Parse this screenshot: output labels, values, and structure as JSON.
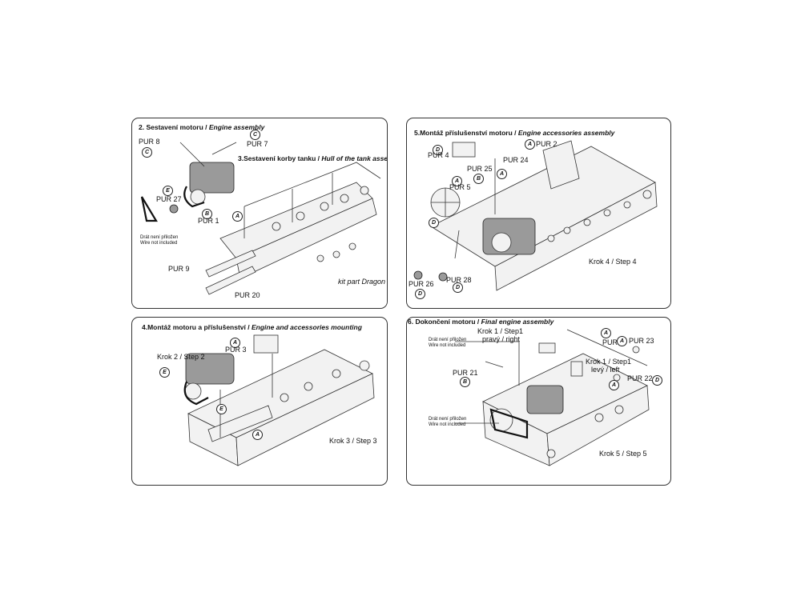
{
  "panels": {
    "p1": {
      "title_cz": "2. Sestavení motoru / ",
      "title_en": "Engine assembly",
      "sub_cz": "3.Sestavení korby tanku / ",
      "sub_en": "Hull of the tank assembly",
      "parts": [
        "PUR 8",
        "PUR 7",
        "PUR 27",
        "PUR 1",
        "PUR 9",
        "PUR 20"
      ],
      "refs": [
        "C",
        "C",
        "E",
        "B",
        "A"
      ],
      "wire_cz": "Drát není přiložen",
      "wire_en": "Wire not included",
      "kit_note": "kit part Dragon"
    },
    "p2": {
      "title_cz": "5.Montáž příslušenství motoru / ",
      "title_en": "Engine accessories assembly",
      "parts": [
        "PUR 4",
        "PUR 2",
        "PUR 25",
        "PUR 24",
        "PUR 5",
        "PUR 26",
        "PUR 28"
      ],
      "refs": [
        "D",
        "A",
        "B",
        "A",
        "A",
        "D",
        "D",
        "D"
      ],
      "step": "Krok 4 / Step 4"
    },
    "p3": {
      "title_cz": "4.Montáž motoru a příslušenství / ",
      "title_en": "Engine and accessories mounting",
      "parts": [
        "PUR 3"
      ],
      "refs": [
        "A",
        "E",
        "E",
        "A"
      ],
      "step_left": "Krok 2 / Step 2",
      "step": "Krok 3 / Step 3"
    },
    "p4": {
      "title_cz": "6. Dokončení motoru / ",
      "title_en": "Final engine assembly",
      "step1_a": "Krok 1 / Step1",
      "step1_a2": "pravý / right",
      "step1_b": "Krok 1 / Step1",
      "step1_b2": "levý / left",
      "parts": [
        "PUR 6",
        "PUR 23",
        "PUR 21",
        "PUR 22"
      ],
      "refs": [
        "A",
        "A",
        "B",
        "A",
        "D"
      ],
      "wire_cz": "Drát není přiložen",
      "wire_en": "Wire not included",
      "step": "Krok 5 / Step 5"
    }
  }
}
